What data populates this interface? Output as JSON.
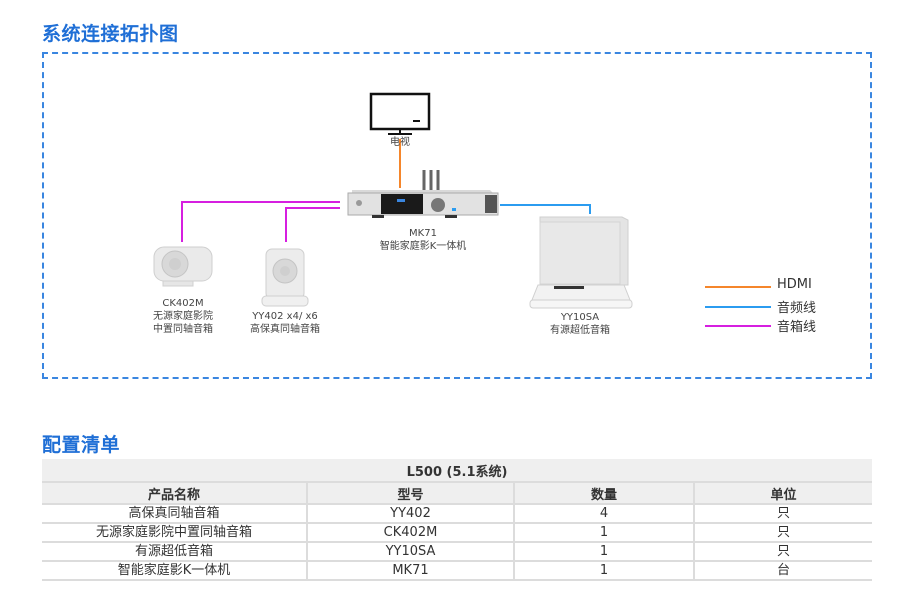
{
  "topology": {
    "title": "系统连接拓扑图",
    "devices": {
      "tv": {
        "label": "电视"
      },
      "main_unit": {
        "model": "MK71",
        "name": "智能家庭影K一体机"
      },
      "center_speaker": {
        "model": "CK402M",
        "name_line1": "无源家庭影院",
        "name_line2": "中置同轴音箱"
      },
      "satellite_speaker": {
        "model": "YY402 x4/ x6",
        "name": "高保真同轴音箱"
      },
      "subwoofer": {
        "model": "YY10SA",
        "name": "有源超低音箱"
      }
    },
    "legend": [
      {
        "label": "HDMI",
        "color": "#f5862b"
      },
      {
        "label": "音频线",
        "color": "#2b9cf0"
      },
      {
        "label": "音箱线",
        "color": "#d61fe0"
      }
    ]
  },
  "config": {
    "title": "配置清单",
    "table_title": "L500 (5.1系统)",
    "columns": [
      "产品名称",
      "型号",
      "数量",
      "单位"
    ],
    "rows": [
      [
        "高保真同轴音箱",
        "YY402",
        "4",
        "只"
      ],
      [
        "无源家庭影院中置同轴音箱",
        "CK402M",
        "1",
        "只"
      ],
      [
        "有源超低音箱",
        "YY10SA",
        "1",
        "只"
      ],
      [
        "智能家庭影K一体机",
        "MK71",
        "1",
        "台"
      ]
    ]
  }
}
